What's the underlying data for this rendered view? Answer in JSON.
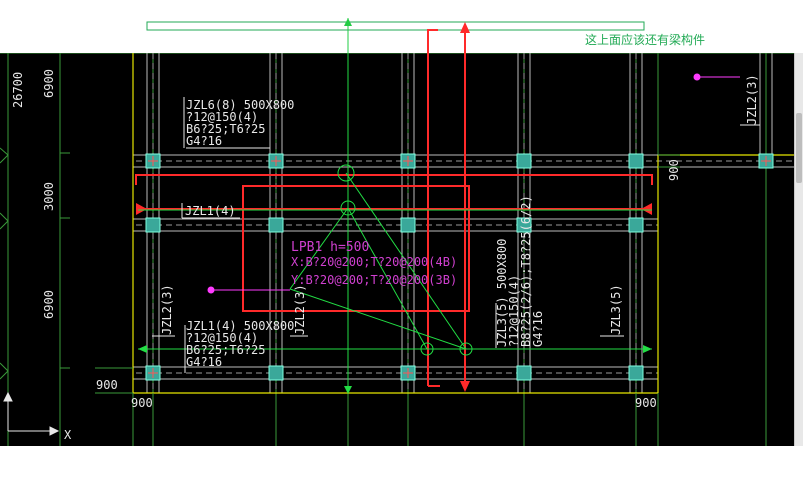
{
  "annotation_note": "这上面应该还有梁构件",
  "colors": {
    "grid_line": "#4fb84f",
    "beam_line": "#c9c9c9",
    "red_box": "#ff2a2a",
    "yellow_edge": "#e6e600",
    "column": "#4fd1c5",
    "magenta": "#ff3bff",
    "label_white": "#e8e8e8",
    "slab_label": "#d040d0"
  },
  "dimensions": {
    "left_total": "26700",
    "left_span_1": "6900",
    "left_span_2": "3000",
    "left_span_3": "6900",
    "left_edge_bottom": "900",
    "bottom_left": "900",
    "bottom_right": "900",
    "right_edge": "900"
  },
  "beams": {
    "jzl6": [
      "JZL6(8) 500X800",
      "?12@150(4)",
      "B6?25;T6?25",
      "G4?16"
    ],
    "jzl1_top": "JZL1(4)",
    "jzl1_bottom": [
      "JZL1(4) 500X800",
      "?12@150(4)",
      "B6?25;T6?25",
      "G4?16"
    ],
    "jzl2_left": "JZL2(3)",
    "jzl2_mid": "JZL2(3)",
    "jzl2_right": "JZL2(3)",
    "jzl3_mid": [
      "JZL3(5) 500X800",
      "?12@150(4)",
      "B8?25(2/6);T8?25(6/2)",
      "G4?16"
    ],
    "jzl3_right": "JZL3(5)"
  },
  "slab": {
    "name": "LPB1 h=500",
    "x_rebar": "X:B?20@200;T?20@200(4B)",
    "y_rebar": "Y:B?20@200;T?20@200(3B)"
  },
  "ucs": {
    "x_axis": "X"
  }
}
